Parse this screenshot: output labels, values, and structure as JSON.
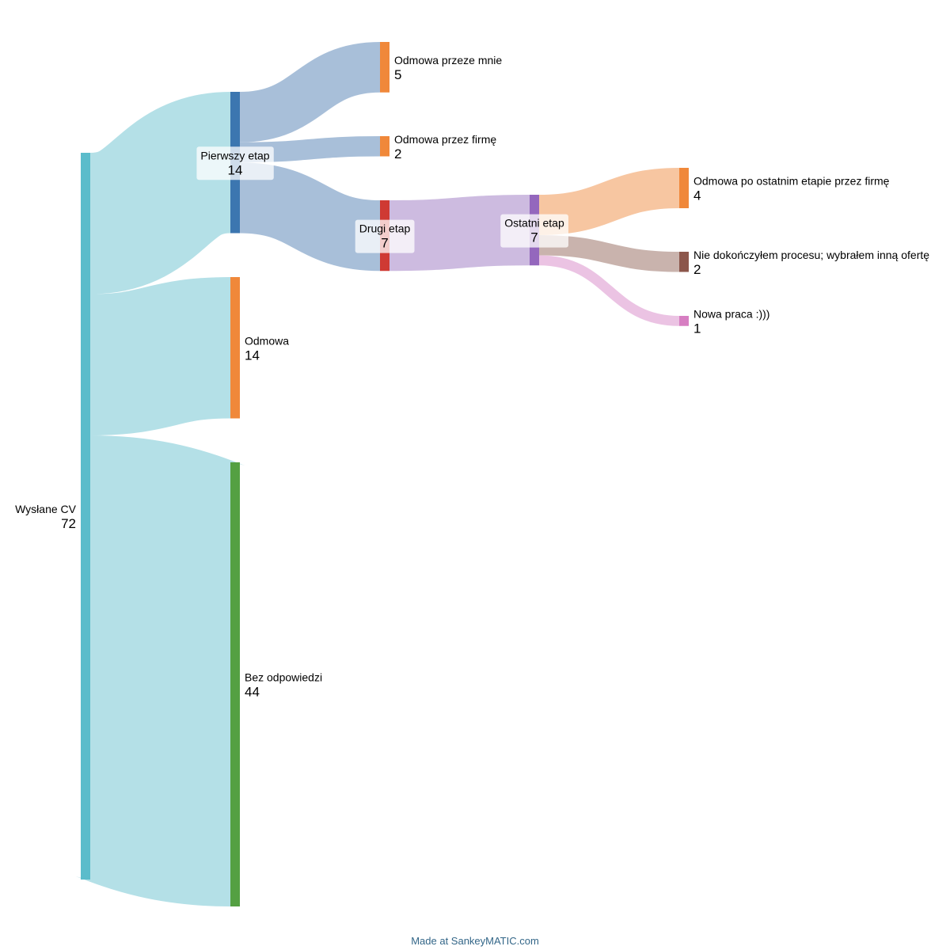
{
  "diagram": {
    "type": "sankey",
    "nodes": [
      {
        "id": "cv",
        "name": "Wysłane CV",
        "value": "72",
        "color": "#5bbccb"
      },
      {
        "id": "etap1",
        "name": "Pierwszy etap",
        "value": "14",
        "color": "#3c76b0"
      },
      {
        "id": "odmowa",
        "name": "Odmowa",
        "value": "14",
        "color": "#f0883a"
      },
      {
        "id": "bez",
        "name": "Bez odpowiedzi",
        "value": "44",
        "color": "#54a042"
      },
      {
        "id": "mnie",
        "name": "Odmowa przeze mnie",
        "value": "5",
        "color": "#f0883a"
      },
      {
        "id": "firme",
        "name": "Odmowa przez firmę",
        "value": "2",
        "color": "#f0883a"
      },
      {
        "id": "etap2",
        "name": "Drugi etap",
        "value": "7",
        "color": "#cf3a33"
      },
      {
        "id": "ostatni",
        "name": "Ostatni etap",
        "value": "7",
        "color": "#9467bd"
      },
      {
        "id": "po_ost",
        "name": "Odmowa po ostatnim etapie przez firmę",
        "value": "4",
        "color": "#f0883a"
      },
      {
        "id": "nie_dok",
        "name": "Nie dokończyłem procesu; wybrałem inną ofertę",
        "value": "2",
        "color": "#8c564b"
      },
      {
        "id": "nowa",
        "name": "Nowa praca :)))",
        "value": "1",
        "color": "#d77ec2"
      }
    ],
    "flows": [
      {
        "from": "cv",
        "to": "etap1",
        "value": 14,
        "color": "#b4e0e7"
      },
      {
        "from": "cv",
        "to": "odmowa",
        "value": 14,
        "color": "#b4e0e7"
      },
      {
        "from": "cv",
        "to": "bez",
        "value": 44,
        "color": "#b4e0e7"
      },
      {
        "from": "etap1",
        "to": "mnie",
        "value": 5,
        "color": "#a8bfd9"
      },
      {
        "from": "etap1",
        "to": "firme",
        "value": 2,
        "color": "#a8bfd9"
      },
      {
        "from": "etap1",
        "to": "etap2",
        "value": 7,
        "color": "#a8bfd9"
      },
      {
        "from": "etap2",
        "to": "ostatni",
        "value": 7,
        "color": "#cdbbe0"
      },
      {
        "from": "ostatni",
        "to": "po_ost",
        "value": 4,
        "color": "#f7c6a1"
      },
      {
        "from": "ostatni",
        "to": "nie_dok",
        "value": 2,
        "color": "#c9b3ad"
      },
      {
        "from": "ostatni",
        "to": "nowa",
        "value": 1,
        "color": "#ebc3e3"
      }
    ]
  },
  "credit": "Made at SankeyMATIC.com"
}
